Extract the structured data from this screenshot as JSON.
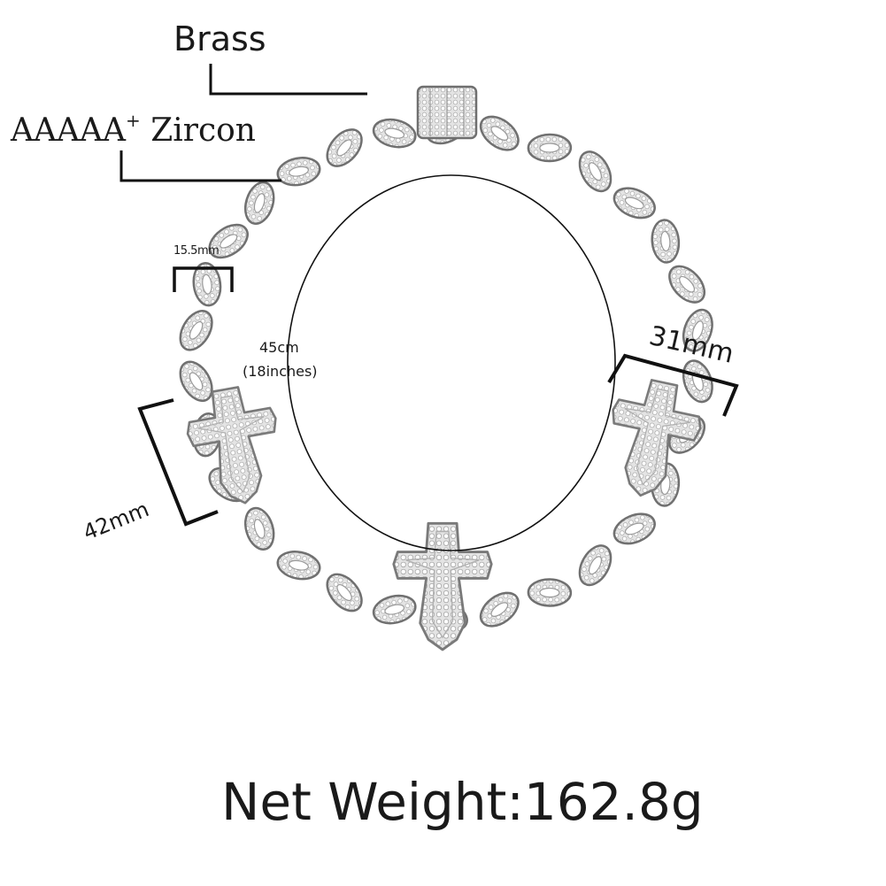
{
  "labels": {
    "material": "Brass",
    "stone_main": "AAAAA",
    "stone_sup": "+",
    "stone_tail": " Zircon",
    "link_width": "15.5mm",
    "length_cm": "45cm",
    "length_in": "(18inches)",
    "cross_width": "31mm",
    "cross_height": "42mm",
    "net_weight": "Net Weight:162.8g"
  },
  "colors": {
    "metal_light": "#f2f2f2",
    "metal_mid": "#c9c9c9",
    "metal_dark": "#8a8a8a",
    "line": "#111111",
    "text": "#1a1a1a"
  }
}
